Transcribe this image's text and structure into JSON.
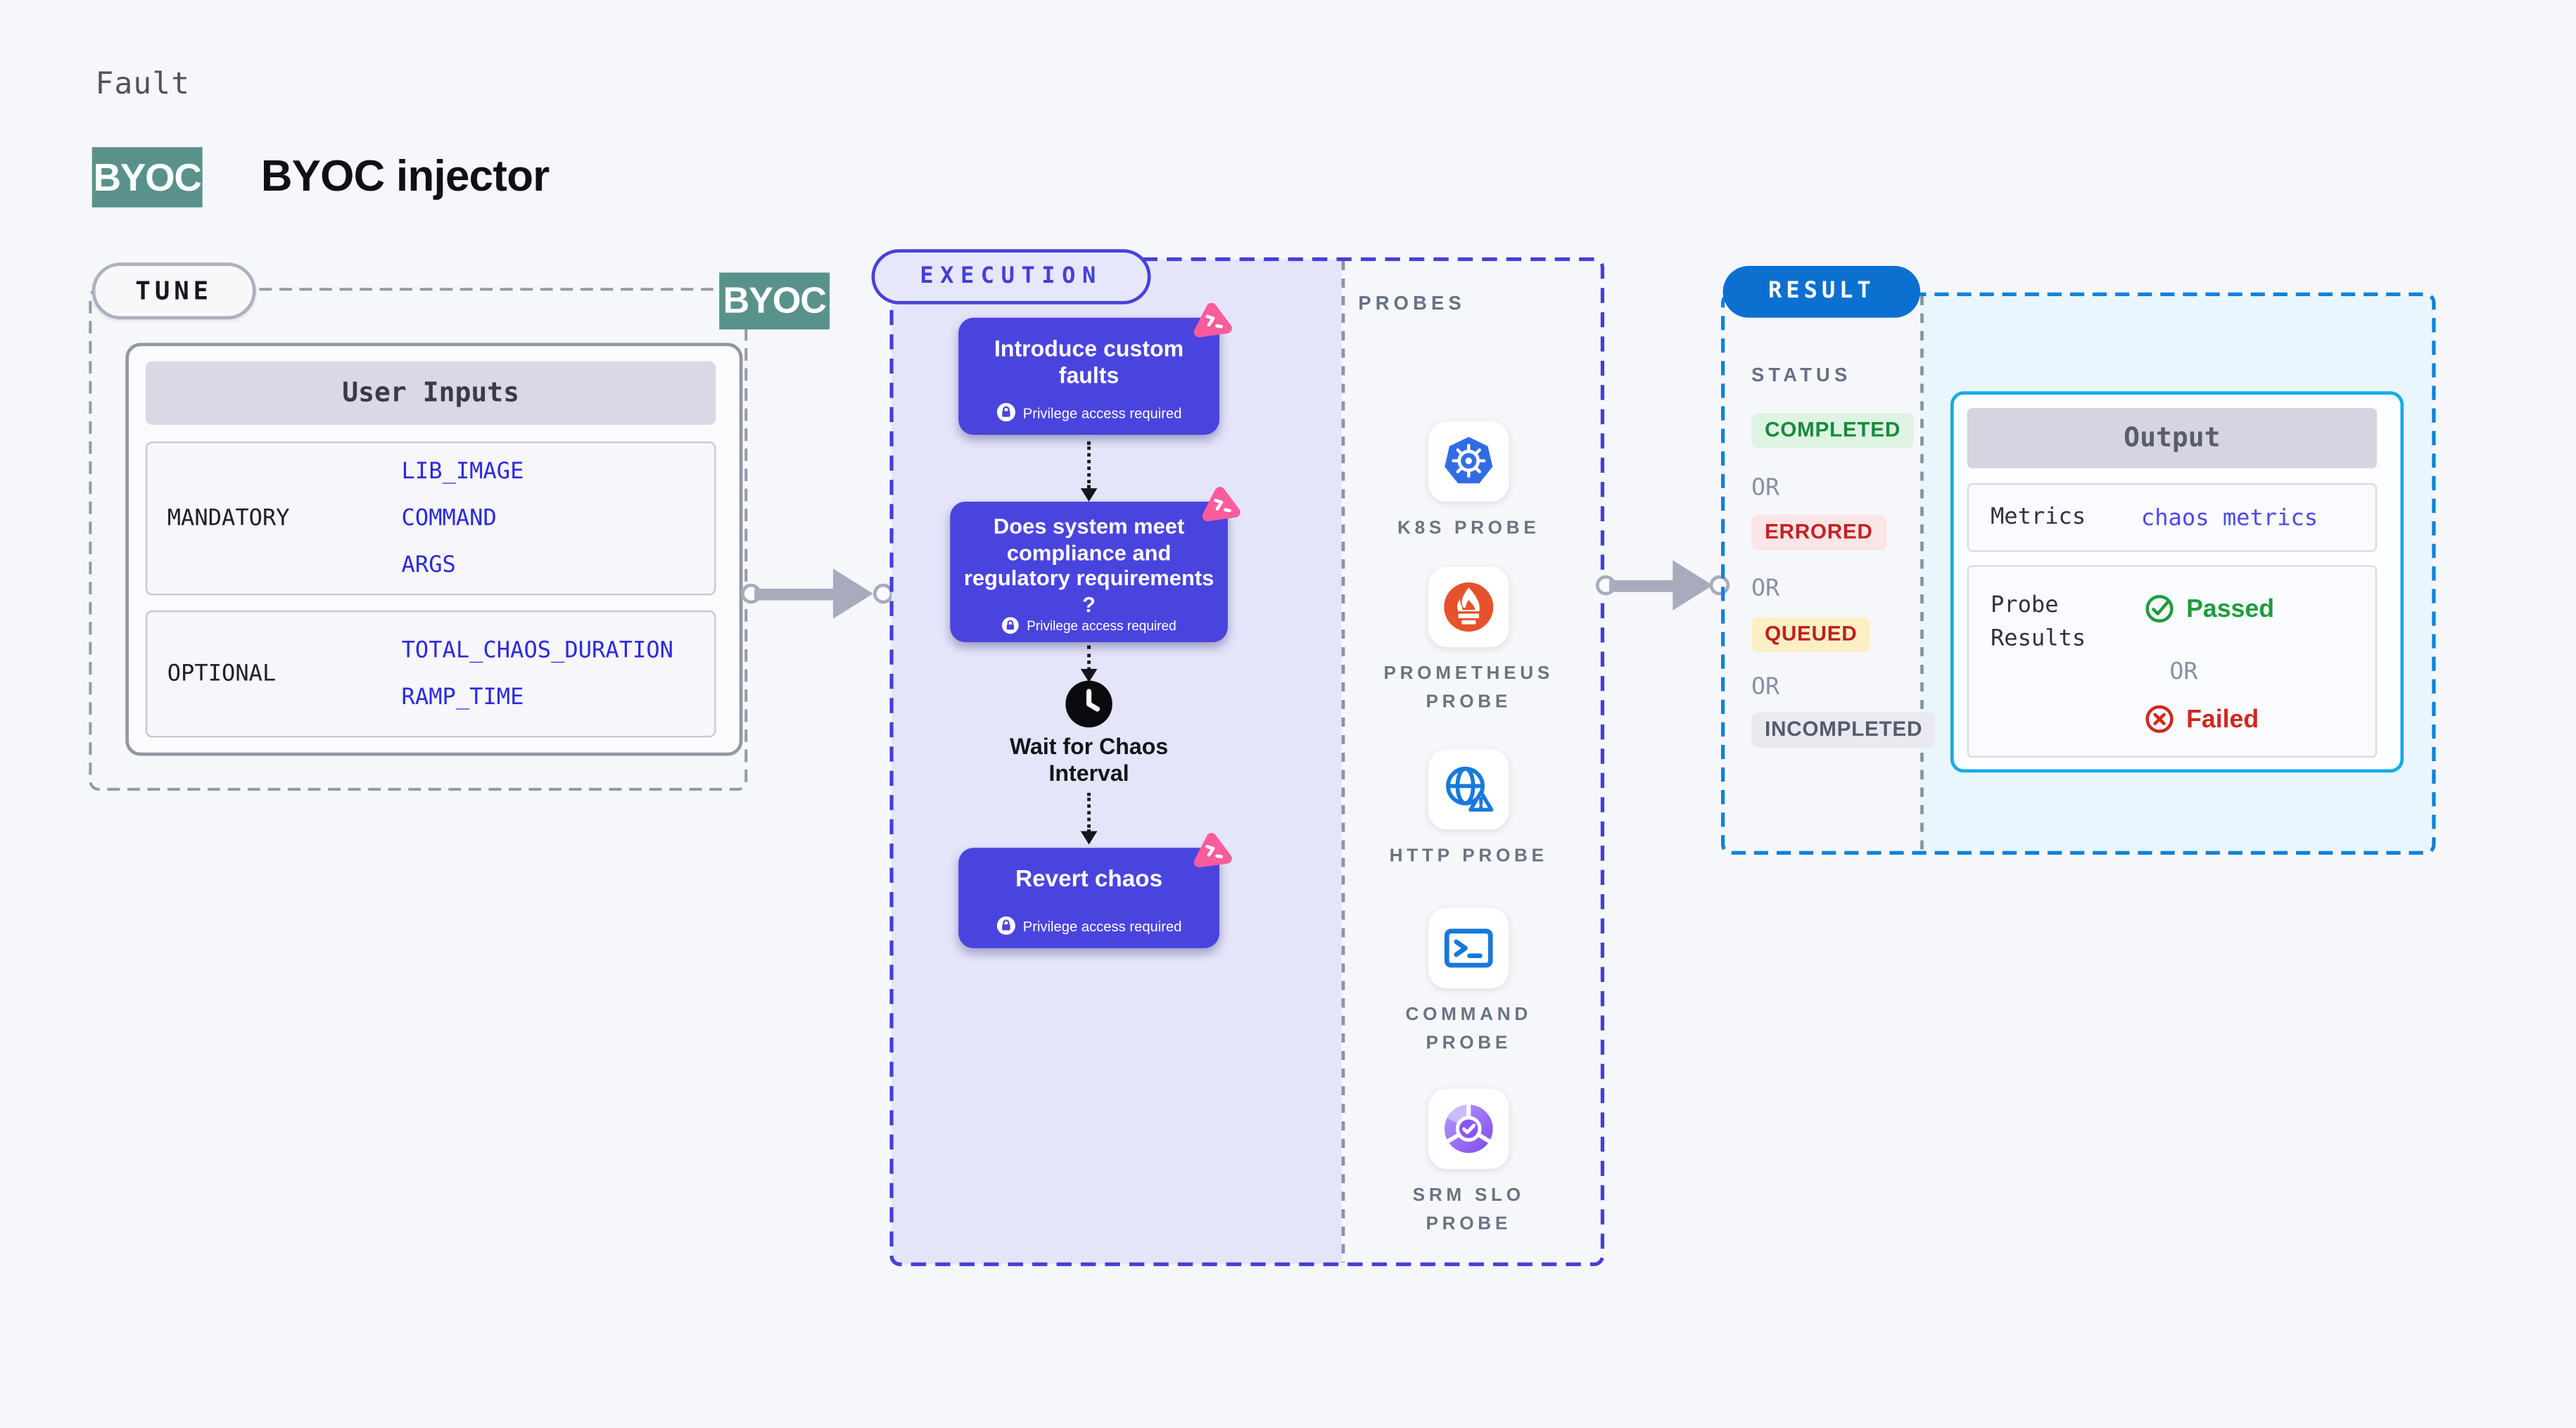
{
  "header": {
    "category": "Fault",
    "badge": "BYOC",
    "title": "BYOC injector"
  },
  "tune": {
    "pill": "TUNE",
    "corner_badge": "BYOC",
    "card_title": "User Inputs",
    "rows": [
      {
        "label": "MANDATORY",
        "values": [
          "LIB_IMAGE",
          "COMMAND",
          "ARGS"
        ]
      },
      {
        "label": "OPTIONAL",
        "values": [
          "TOTAL_CHAOS_DURATION",
          "RAMP_TIME"
        ]
      }
    ]
  },
  "execution": {
    "pill": "EXECUTION",
    "nodes": [
      {
        "title": "Introduce custom faults",
        "badge": "Privilege access required"
      },
      {
        "title": "Does system meet compliance and regulatory requirements ?",
        "badge": "Privilege access required"
      },
      {
        "title": "Revert chaos",
        "badge": "Privilege access required"
      }
    ],
    "wait_label": "Wait for Chaos Interval"
  },
  "probes": {
    "label": "PROBES",
    "items": [
      {
        "icon": "kubernetes-icon",
        "label": "K8S PROBE"
      },
      {
        "icon": "prometheus-icon",
        "label": "PROMETHEUS PROBE"
      },
      {
        "icon": "http-globe-icon",
        "label": "HTTP PROBE"
      },
      {
        "icon": "terminal-icon",
        "label": "COMMAND PROBE"
      },
      {
        "icon": "srm-slo-icon",
        "label": "SRM SLO PROBE"
      }
    ]
  },
  "result": {
    "pill": "RESULT",
    "status_label": "STATUS",
    "or_label": "OR",
    "statuses": [
      {
        "label": "COMPLETED",
        "bg": "#DEF3E2",
        "color": "#168B3B"
      },
      {
        "label": "ERRORED",
        "bg": "#FBE5E6",
        "color": "#C32222"
      },
      {
        "label": "QUEUED",
        "bg": "#FCEFC5",
        "color": "#C01F1F"
      },
      {
        "label": "INCOMPLETED",
        "bg": "#E9E9F1",
        "color": "#555B6B"
      }
    ],
    "output": {
      "title": "Output",
      "metrics_label": "Metrics",
      "metrics_value": "chaos metrics",
      "probe_results_label": "Probe Results",
      "passed_label": "Passed",
      "failed_label": "Failed"
    }
  },
  "colors": {
    "node_indigo": "#4A44DF",
    "execution_dash": "#443FDC",
    "result_dash": "#0F82DA",
    "result_pill_blue": "#0C70D1",
    "output_border_cyan": "#16ACE8",
    "byoc_teal": "#59928B",
    "arrow_gray": "#A8ABBC",
    "chaos_pink": "#FB5C9B",
    "lavender_bg": "#E5E5FA",
    "lightblue_bg": "#E9F6FD"
  }
}
